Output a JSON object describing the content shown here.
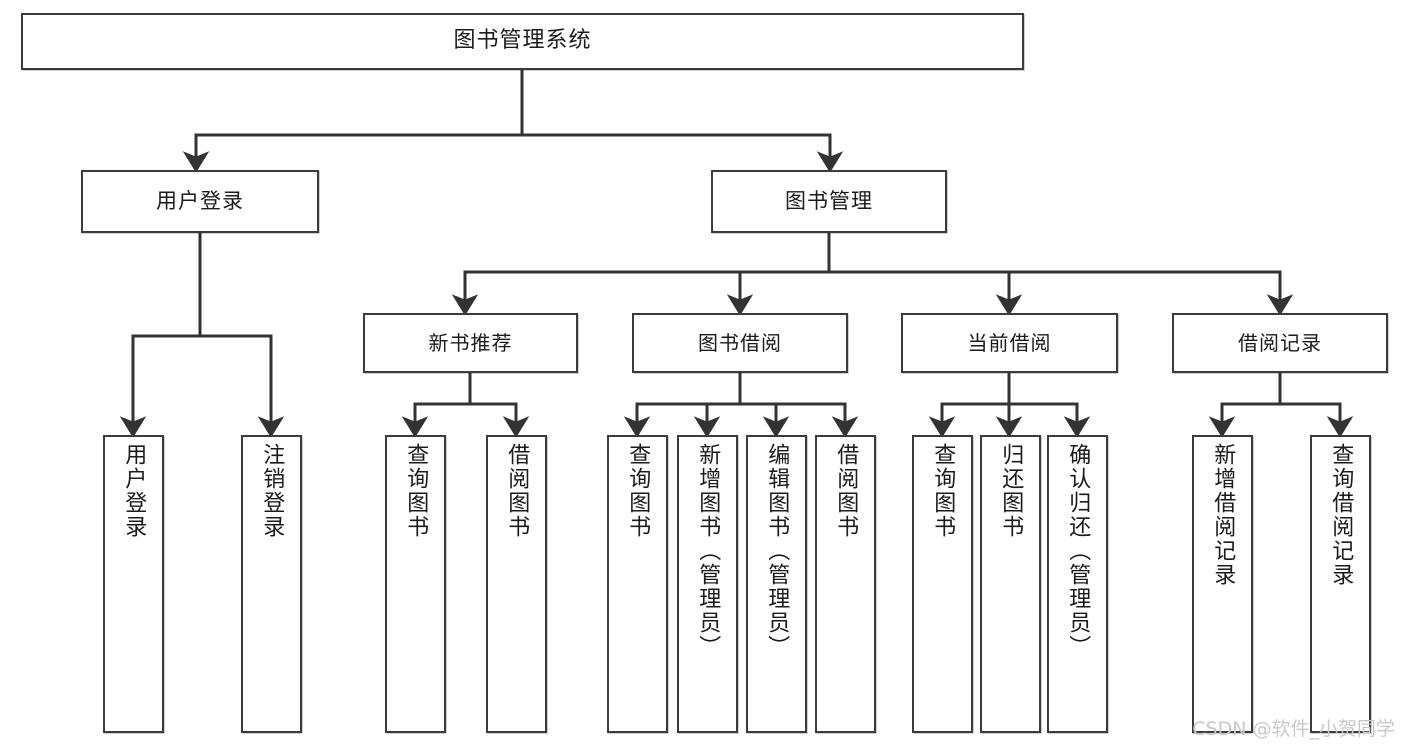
{
  "diagram": {
    "title": "图书管理系统",
    "type": "tree",
    "watermark": "CSDN @软件_小贺同学",
    "colors": {
      "box_border": "#3b3b3b",
      "box_fill": "#ffffff",
      "connector": "#333333",
      "text": "#1b1b1b",
      "watermark": "#c8c8c8"
    },
    "root": {
      "label": "图书管理系统"
    },
    "level1": [
      {
        "label": "用户登录"
      },
      {
        "label": "图书管理"
      }
    ],
    "level2": [
      {
        "label": "新书推荐"
      },
      {
        "label": "图书借阅"
      },
      {
        "label": "当前借阅"
      },
      {
        "label": "借阅记录"
      }
    ],
    "leaves": {
      "user_login": [
        {
          "label": "用户登录"
        },
        {
          "label": "注销登录"
        }
      ],
      "new_book_recommend": [
        {
          "label": "查询图书"
        },
        {
          "label": "借阅图书"
        }
      ],
      "book_borrow": [
        {
          "label": "查询图书"
        },
        {
          "label": "新增图书（管理员）"
        },
        {
          "label": "编辑图书（管理员）"
        },
        {
          "label": "借阅图书"
        }
      ],
      "current_borrow": [
        {
          "label": "查询图书"
        },
        {
          "label": "归还图书"
        },
        {
          "label": "确认归还（管理员）"
        }
      ],
      "borrow_records": [
        {
          "label": "新增借阅记录"
        },
        {
          "label": "查询借阅记录"
        }
      ]
    }
  }
}
